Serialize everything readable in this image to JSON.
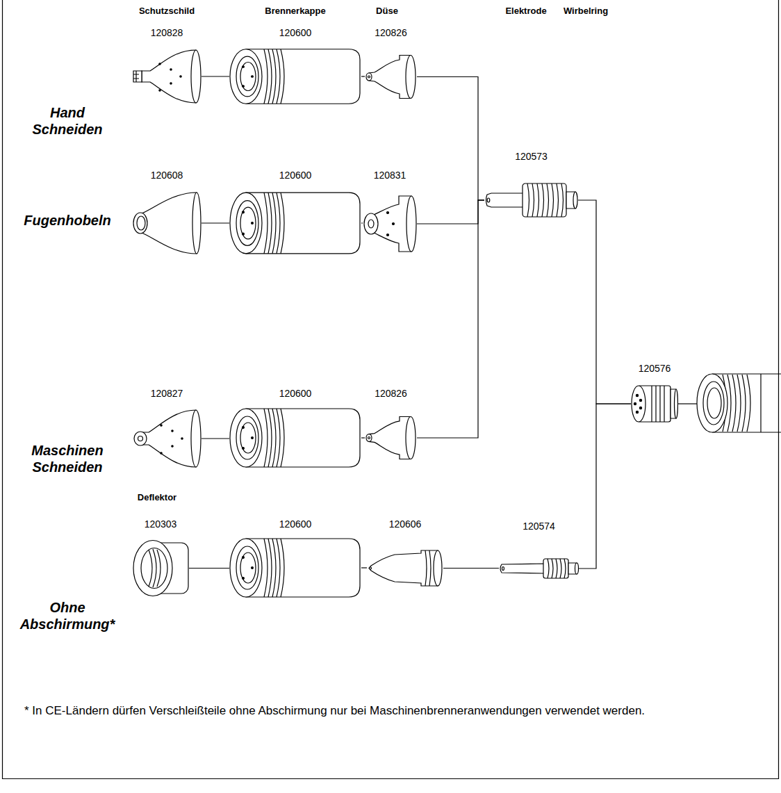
{
  "diagram": {
    "nodes": [
      {
        "text": [
          "120828"
        ]
      },
      {
        "text": [
          "120600"
        ]
      },
      {
        "text": [
          "120826"
        ]
      },
      {
        "text": [
          "120573"
        ]
      },
      {
        "text": [
          "120608"
        ]
      },
      {
        "text": [
          "120600"
        ]
      },
      {
        "text": [
          "120831"
        ]
      },
      {
        "text": [
          "120576"
        ]
      },
      {
        "text": [
          "120827"
        ]
      },
      {
        "text": [
          "120600"
        ]
      },
      {
        "text": [
          "120826"
        ]
      },
      {
        "text": [
          "120303"
        ]
      },
      {
        "text": [
          "120600"
        ]
      },
      {
        "text": [
          "120606"
        ]
      },
      {
        "text": [
          "120574"
        ]
      }
    ],
    "edges": [
      {
        "from": 0,
        "to": 1,
        "arrow": "none"
      },
      {
        "from": 1,
        "to": 2,
        "arrow": "none"
      },
      {
        "from": 2,
        "to": 3,
        "arrow": "none"
      },
      {
        "from": 6,
        "to": 3,
        "arrow": "none"
      },
      {
        "from": 10,
        "to": 3,
        "arrow": "none"
      },
      {
        "from": 3,
        "to": 7,
        "arrow": "none"
      },
      {
        "from": 4,
        "to": 5,
        "arrow": "none"
      },
      {
        "from": 5,
        "to": 6,
        "arrow": "none"
      },
      {
        "from": 8,
        "to": 9,
        "arrow": "none"
      },
      {
        "from": 9,
        "to": 10,
        "arrow": "none"
      },
      {
        "from": 11,
        "to": 12,
        "arrow": "none"
      },
      {
        "from": 12,
        "to": 13,
        "arrow": "none"
      },
      {
        "from": 13,
        "to": 14,
        "arrow": "none"
      },
      {
        "from": 14,
        "to": 7,
        "arrow": "none"
      }
    ],
    "labels": [
      "Schutzschild",
      "Brennerkappe",
      "Düse",
      "Elektrode",
      "Wirbelring",
      "Hand Schneiden",
      "Fugenhobeln",
      "Maschinen Schneiden",
      "Deflektor",
      "Ohne Abschirmung*",
      "* In CE-Ländern dürfen Verschleißteile ohne Abschirmung nur bei Maschinenbrenneranwendungen verwendet werden."
    ]
  }
}
